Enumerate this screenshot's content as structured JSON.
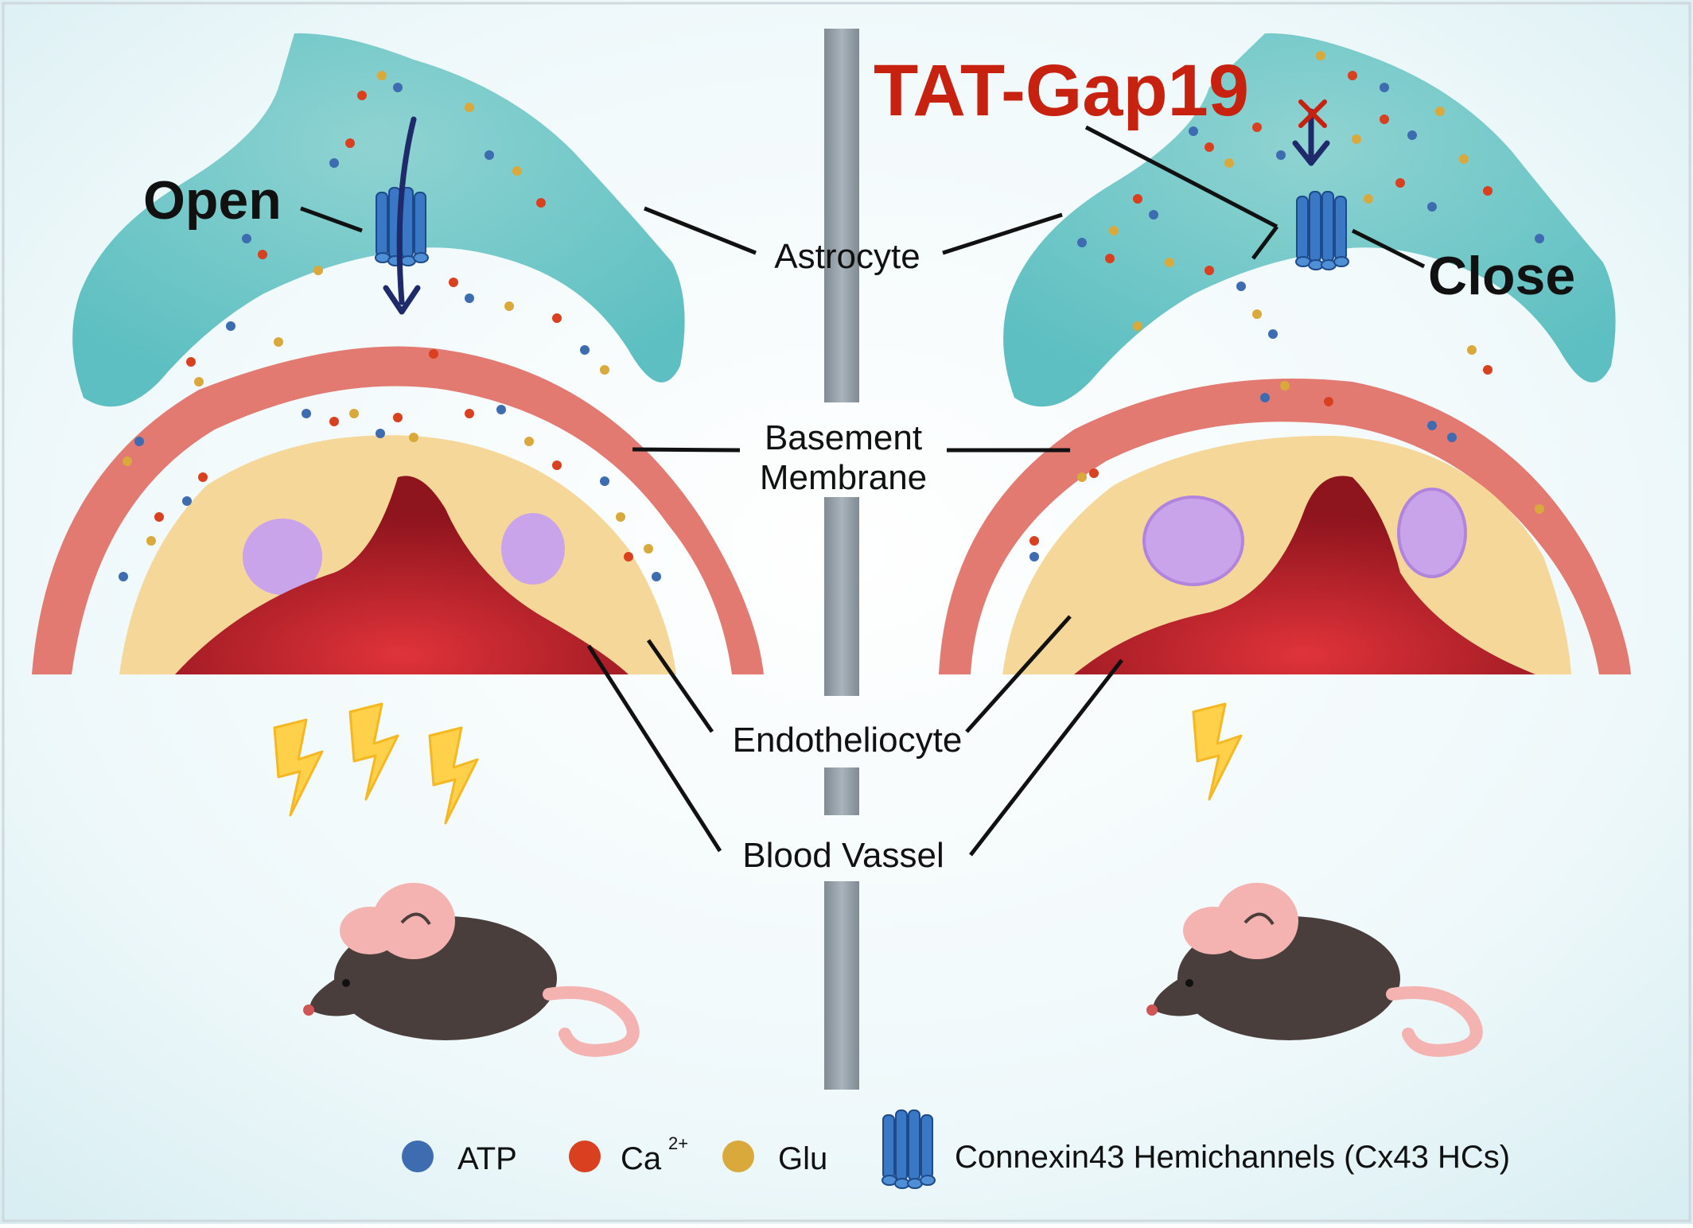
{
  "labels": {
    "open": "Open",
    "close": "Close",
    "inhibitor": "TAT-Gap19",
    "astrocyte": "Astrocyte",
    "basement_1": "Basement",
    "basement_2": "Membrane",
    "endotheliocyte": "Endotheliocyte",
    "blood_vessel": "Blood Vassel"
  },
  "legend": {
    "atp": "ATP",
    "ca": "Ca",
    "ca_sup": "2+",
    "glu": "Glu",
    "channel": "Connexin43 Hemichannels (Cx43 HCs)"
  },
  "colors": {
    "atp": "#3e6cb0",
    "ca": "#d9401f",
    "glu": "#d9a93c",
    "astrocyte": "#6cc6c8",
    "vessel": "#b8202a",
    "endothelial": "#f6d79a",
    "membrane": "#e0706a",
    "nucleus": "#c9a4ea",
    "channel": "#3a78c6",
    "inhibitor_text": "#c7210f",
    "divider": "#8f9aa3"
  }
}
